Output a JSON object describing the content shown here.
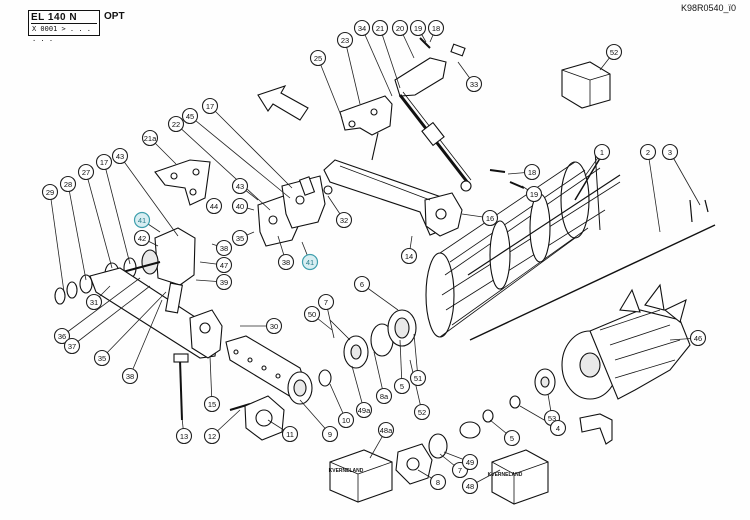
{
  "header": {
    "model": "EL 140 N",
    "serial": "X 0001 > . . . . . .",
    "tag": "OPT"
  },
  "ref_code": "K98R0540_ï0",
  "callouts": [
    {
      "label": "52"
    },
    {
      "label": "18"
    },
    {
      "label": "19"
    },
    {
      "label": "20"
    },
    {
      "label": "21"
    },
    {
      "label": "34"
    },
    {
      "label": "23"
    },
    {
      "label": "25"
    },
    {
      "label": "33"
    },
    {
      "label": "17"
    },
    {
      "label": "45"
    },
    {
      "label": "22"
    },
    {
      "label": "21a"
    },
    {
      "label": "43"
    },
    {
      "label": "17"
    },
    {
      "label": "27"
    },
    {
      "label": "28"
    },
    {
      "label": "29"
    },
    {
      "label": "41",
      "highlight": true
    },
    {
      "label": "42"
    },
    {
      "label": "44"
    },
    {
      "label": "40"
    },
    {
      "label": "43"
    },
    {
      "label": "38"
    },
    {
      "label": "47"
    },
    {
      "label": "35"
    },
    {
      "label": "38"
    },
    {
      "label": "41",
      "highlight": true
    },
    {
      "label": "32"
    },
    {
      "label": "16"
    },
    {
      "label": "18"
    },
    {
      "label": "19"
    },
    {
      "label": "14"
    },
    {
      "label": "1"
    },
    {
      "label": "2"
    },
    {
      "label": "3"
    },
    {
      "label": "31"
    },
    {
      "label": "39"
    },
    {
      "label": "36"
    },
    {
      "label": "37"
    },
    {
      "label": "35"
    },
    {
      "label": "38"
    },
    {
      "label": "50"
    },
    {
      "label": "7"
    },
    {
      "label": "6"
    },
    {
      "label": "30"
    },
    {
      "label": "15"
    },
    {
      "label": "5"
    },
    {
      "label": "51"
    },
    {
      "label": "8a"
    },
    {
      "label": "52"
    },
    {
      "label": "46"
    },
    {
      "label": "13"
    },
    {
      "label": "12"
    },
    {
      "label": "11"
    },
    {
      "label": "9"
    },
    {
      "label": "10"
    },
    {
      "label": "49a"
    },
    {
      "label": "53"
    },
    {
      "label": "4"
    },
    {
      "label": "5"
    },
    {
      "label": "48a"
    },
    {
      "label": "7"
    },
    {
      "label": "49"
    },
    {
      "label": "8"
    },
    {
      "label": "48"
    }
  ],
  "box_text": "KVERNELAND"
}
